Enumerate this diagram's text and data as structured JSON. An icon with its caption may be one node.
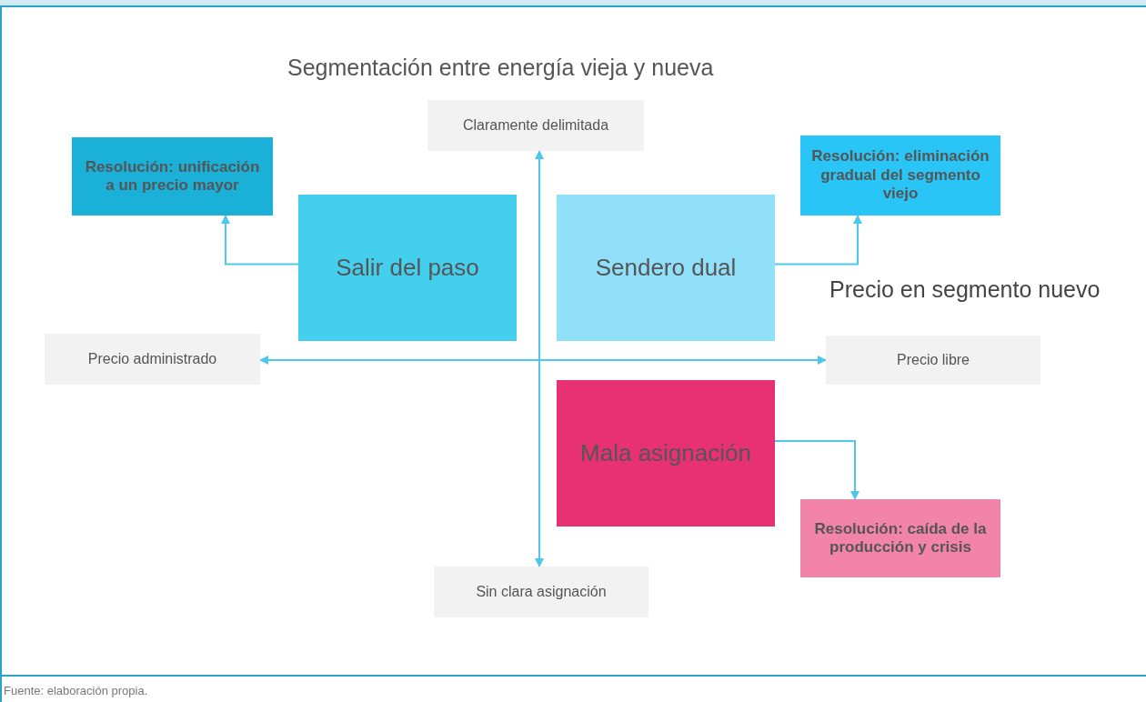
{
  "diagram": {
    "title": "Segmentación entre energía vieja y nueva",
    "caption": "Fuente: elaboración propia.",
    "nodes": [
      {
        "text": [
          "Claramente delimitada"
        ]
      },
      {
        "text": [
          "Resolución: unificación a un precio mayor"
        ]
      },
      {
        "text": [
          "Resolución: eliminación gradual del segmento viejo"
        ]
      },
      {
        "text": [
          "Salir del paso"
        ]
      },
      {
        "text": [
          "Sendero dual"
        ]
      },
      {
        "text": [
          "Precio administrado"
        ]
      },
      {
        "text": [
          "Precio libre"
        ]
      },
      {
        "text": [
          "Mala asignación"
        ]
      },
      {
        "text": [
          "Resolución: caída de la producción y crisis"
        ]
      },
      {
        "text": [
          "Sin clara asignación"
        ]
      }
    ],
    "edges": [
      {
        "from": 3,
        "to": 1,
        "arrow": "to"
      },
      {
        "from": 4,
        "to": 2,
        "arrow": "to"
      },
      {
        "from": 7,
        "to": 8,
        "arrow": "to"
      },
      {
        "from": 9,
        "to": 0,
        "arrow": "both"
      },
      {
        "from": 5,
        "to": 6,
        "arrow": "both"
      }
    ],
    "labels": [
      "Precio en segmento nuevo"
    ]
  }
}
